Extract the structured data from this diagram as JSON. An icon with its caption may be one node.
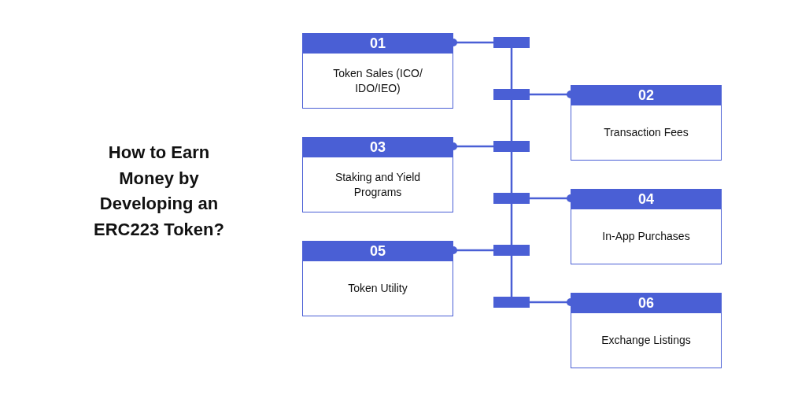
{
  "diagram": {
    "title": "How to Earn Money by Developing an ERC223 Token?",
    "nodes": [
      {
        "text": [
          "01",
          "Token Sales (ICO/ IDO/IEO)"
        ]
      },
      {
        "text": [
          "02",
          "Transaction Fees"
        ]
      },
      {
        "text": [
          "03",
          "Staking and Yield Programs"
        ]
      },
      {
        "text": [
          "04",
          "In-App Purchases"
        ]
      },
      {
        "text": [
          "05",
          "Token Utility"
        ]
      },
      {
        "text": [
          "06",
          "Exchange Listings"
        ]
      },
      {
        "text": [],
        "shape": "bar"
      },
      {
        "text": [],
        "shape": "bar"
      },
      {
        "text": [],
        "shape": "bar"
      },
      {
        "text": [],
        "shape": "bar"
      },
      {
        "text": [],
        "shape": "bar"
      },
      {
        "text": [],
        "shape": "bar"
      }
    ],
    "edges": [
      {
        "from": 6,
        "to": 7,
        "arrow": "none"
      },
      {
        "from": 7,
        "to": 8,
        "arrow": "none"
      },
      {
        "from": 8,
        "to": 9,
        "arrow": "none"
      },
      {
        "from": 9,
        "to": 10,
        "arrow": "none"
      },
      {
        "from": 10,
        "to": 11,
        "arrow": "none"
      },
      {
        "from": 6,
        "to": 0,
        "arrow": "other"
      },
      {
        "from": 7,
        "to": 1,
        "arrow": "other"
      },
      {
        "from": 8,
        "to": 2,
        "arrow": "other"
      },
      {
        "from": 9,
        "to": 3,
        "arrow": "other"
      },
      {
        "from": 10,
        "to": 4,
        "arrow": "other"
      },
      {
        "from": 11,
        "to": 5,
        "arrow": "other"
      }
    ]
  }
}
